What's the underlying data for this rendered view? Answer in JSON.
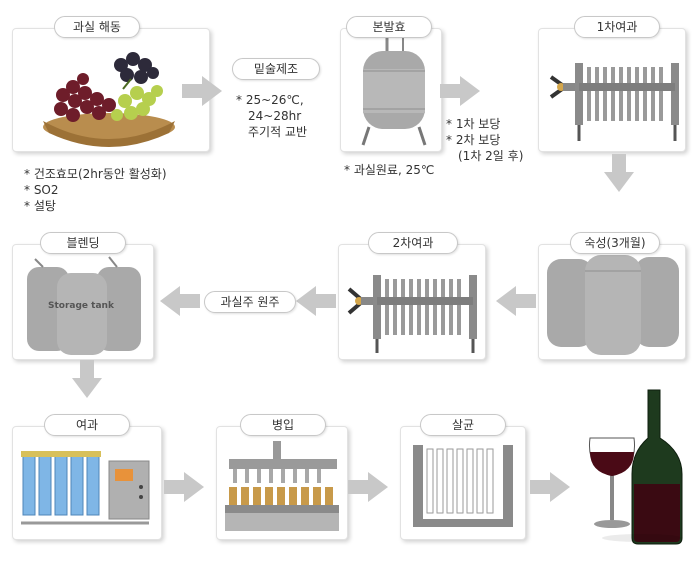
{
  "steps": {
    "fruit_thaw": {
      "label": "과실 해동",
      "notes": [
        "* 건조효모(2hr동안 활성화)",
        "* SO2",
        "* 설탕"
      ]
    },
    "mash": {
      "label": "밑술제조",
      "notes": [
        "* 25~26℃,",
        "24~28hr",
        "주기적 교반"
      ]
    },
    "main_ferment": {
      "label": "본발효",
      "notes": [
        "* 과실원료, 25℃"
      ]
    },
    "first_filter": {
      "label": "1차여과",
      "notes": [
        "* 1차 보당",
        "* 2차 보당",
        "(1차 2일 후)"
      ]
    },
    "aging": {
      "label": "숙성(3개월)"
    },
    "second_filter": {
      "label": "2차여과"
    },
    "raw_wine": {
      "label": "과실주 원주"
    },
    "blending": {
      "label": "블렌딩",
      "tank_text": "Storage tank"
    },
    "filter": {
      "label": "여과"
    },
    "bottling": {
      "label": "병입"
    },
    "sterilize": {
      "label": "살균"
    }
  },
  "colors": {
    "arrow": "#c8c8c8",
    "tank": "#a9a9a9",
    "box_border": "#e2e2e2"
  }
}
